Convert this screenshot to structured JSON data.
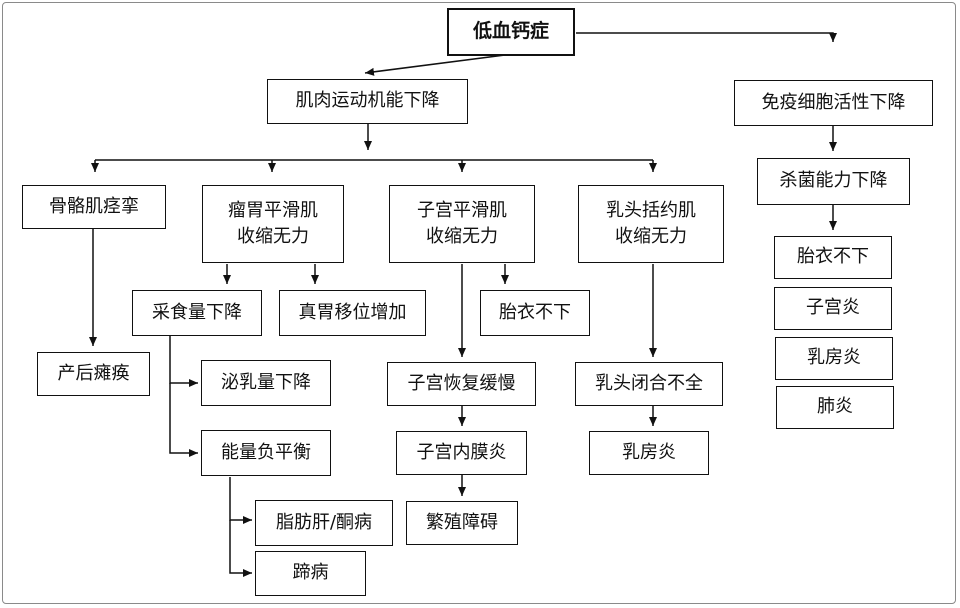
{
  "diagram": {
    "root": "低血钙症",
    "branches": {
      "muscle": "肌肉运动机能下降",
      "immune": "免疫细胞活性下降"
    },
    "muscle": {
      "skeletal": "骨骼肌痉挛",
      "skeletal_result": "产后瘫痪",
      "rumen": "瘤胃平滑肌\n收缩无力",
      "rumen_feed": "采食量下降",
      "rumen_displace": "真胃移位增加",
      "milk_drop": "泌乳量下降",
      "energy": "能量负平衡",
      "fatty_liver": "脂肪肝/酮病",
      "hoof": "蹄病",
      "uterus": "子宫平滑肌\n收缩无力",
      "retained_placenta": "胎衣不下",
      "uterus_recovery": "子宫恢复缓慢",
      "endometritis": "子宫内膜炎",
      "infertility": "繁殖障碍",
      "teat": "乳头括约肌\n收缩无力",
      "teat_close": "乳头闭合不全",
      "teat_mastitis": "乳房炎"
    },
    "immune": {
      "kill": "杀菌能力下降",
      "placenta": "胎衣不下",
      "metritis": "子宫炎",
      "mastitis": "乳房炎",
      "pneumonia": "肺炎"
    }
  }
}
